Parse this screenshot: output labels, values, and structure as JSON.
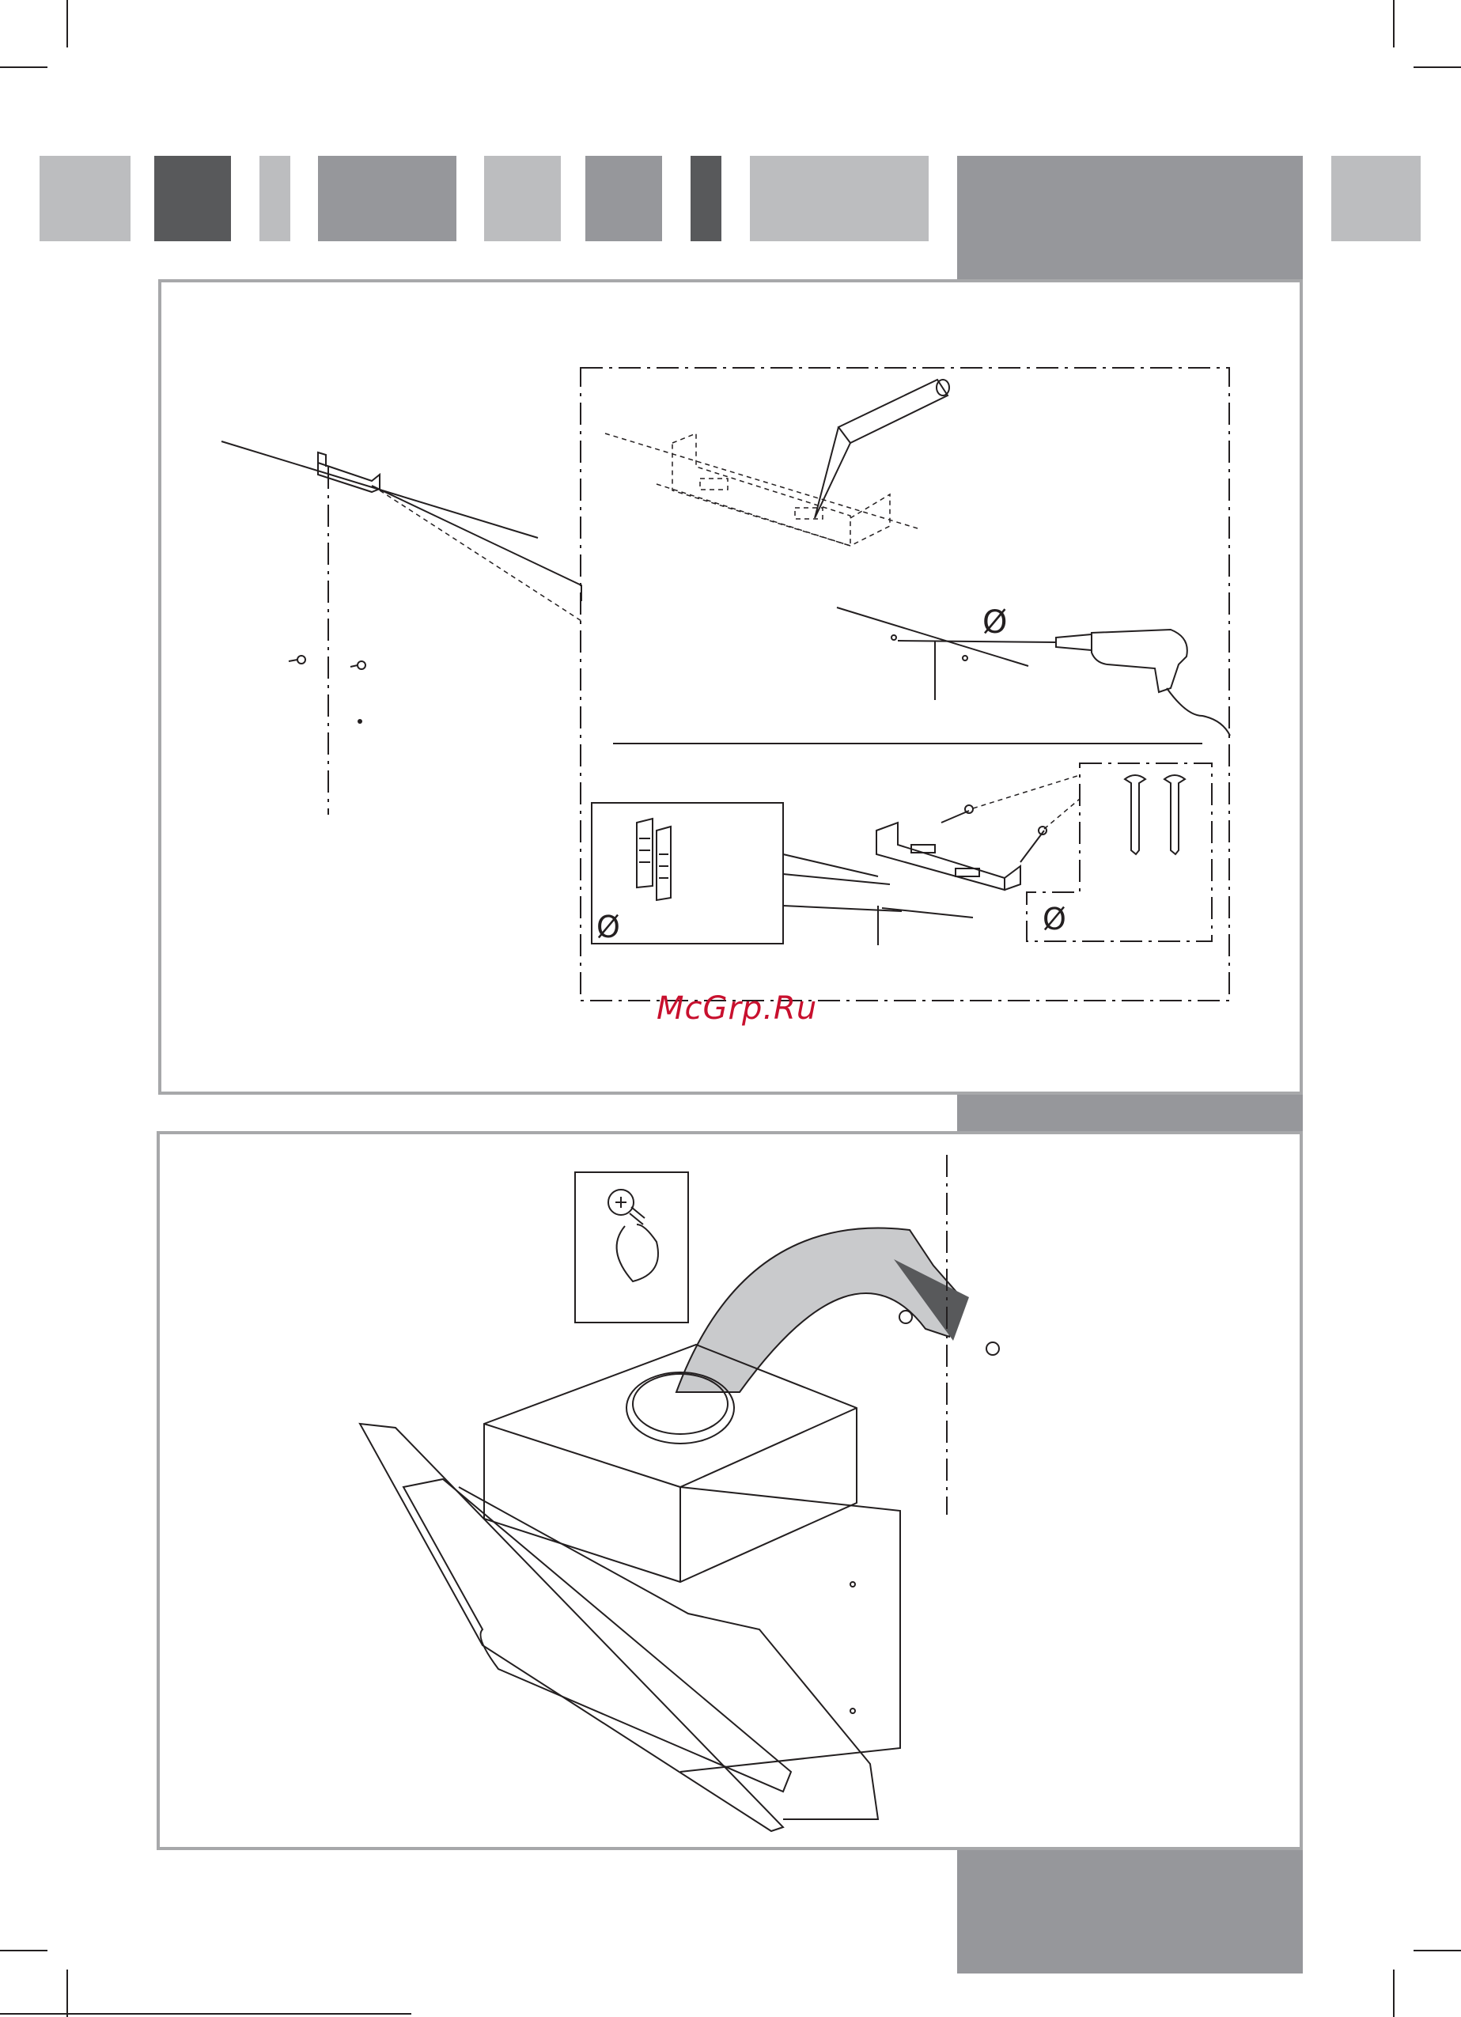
{
  "watermark": {
    "text": "McGrp.Ru",
    "color": "#c8102e"
  },
  "colors": {
    "bar_light": "#bcbdbf",
    "bar_mid": "#96979b",
    "bar_dark": "#58595b",
    "panel_border": "#a7a8aa"
  },
  "header_bars": [
    "light",
    "dark",
    "light",
    "mid",
    "light",
    "mid",
    "dark",
    "light",
    "mid",
    "light"
  ],
  "panels": [
    {
      "id": "step-wall-bracket",
      "labels": {
        "diameter_drill": "Ø",
        "diameter_plug": "Ø",
        "diameter_screw": "Ø"
      }
    },
    {
      "id": "step-hood-mount",
      "labels": {}
    }
  ],
  "icons": [
    "pencil-icon",
    "drill-icon",
    "wall-plug-icon",
    "screw-icon",
    "wall-bracket-icon",
    "cooker-hood-icon",
    "arrow-icon"
  ]
}
